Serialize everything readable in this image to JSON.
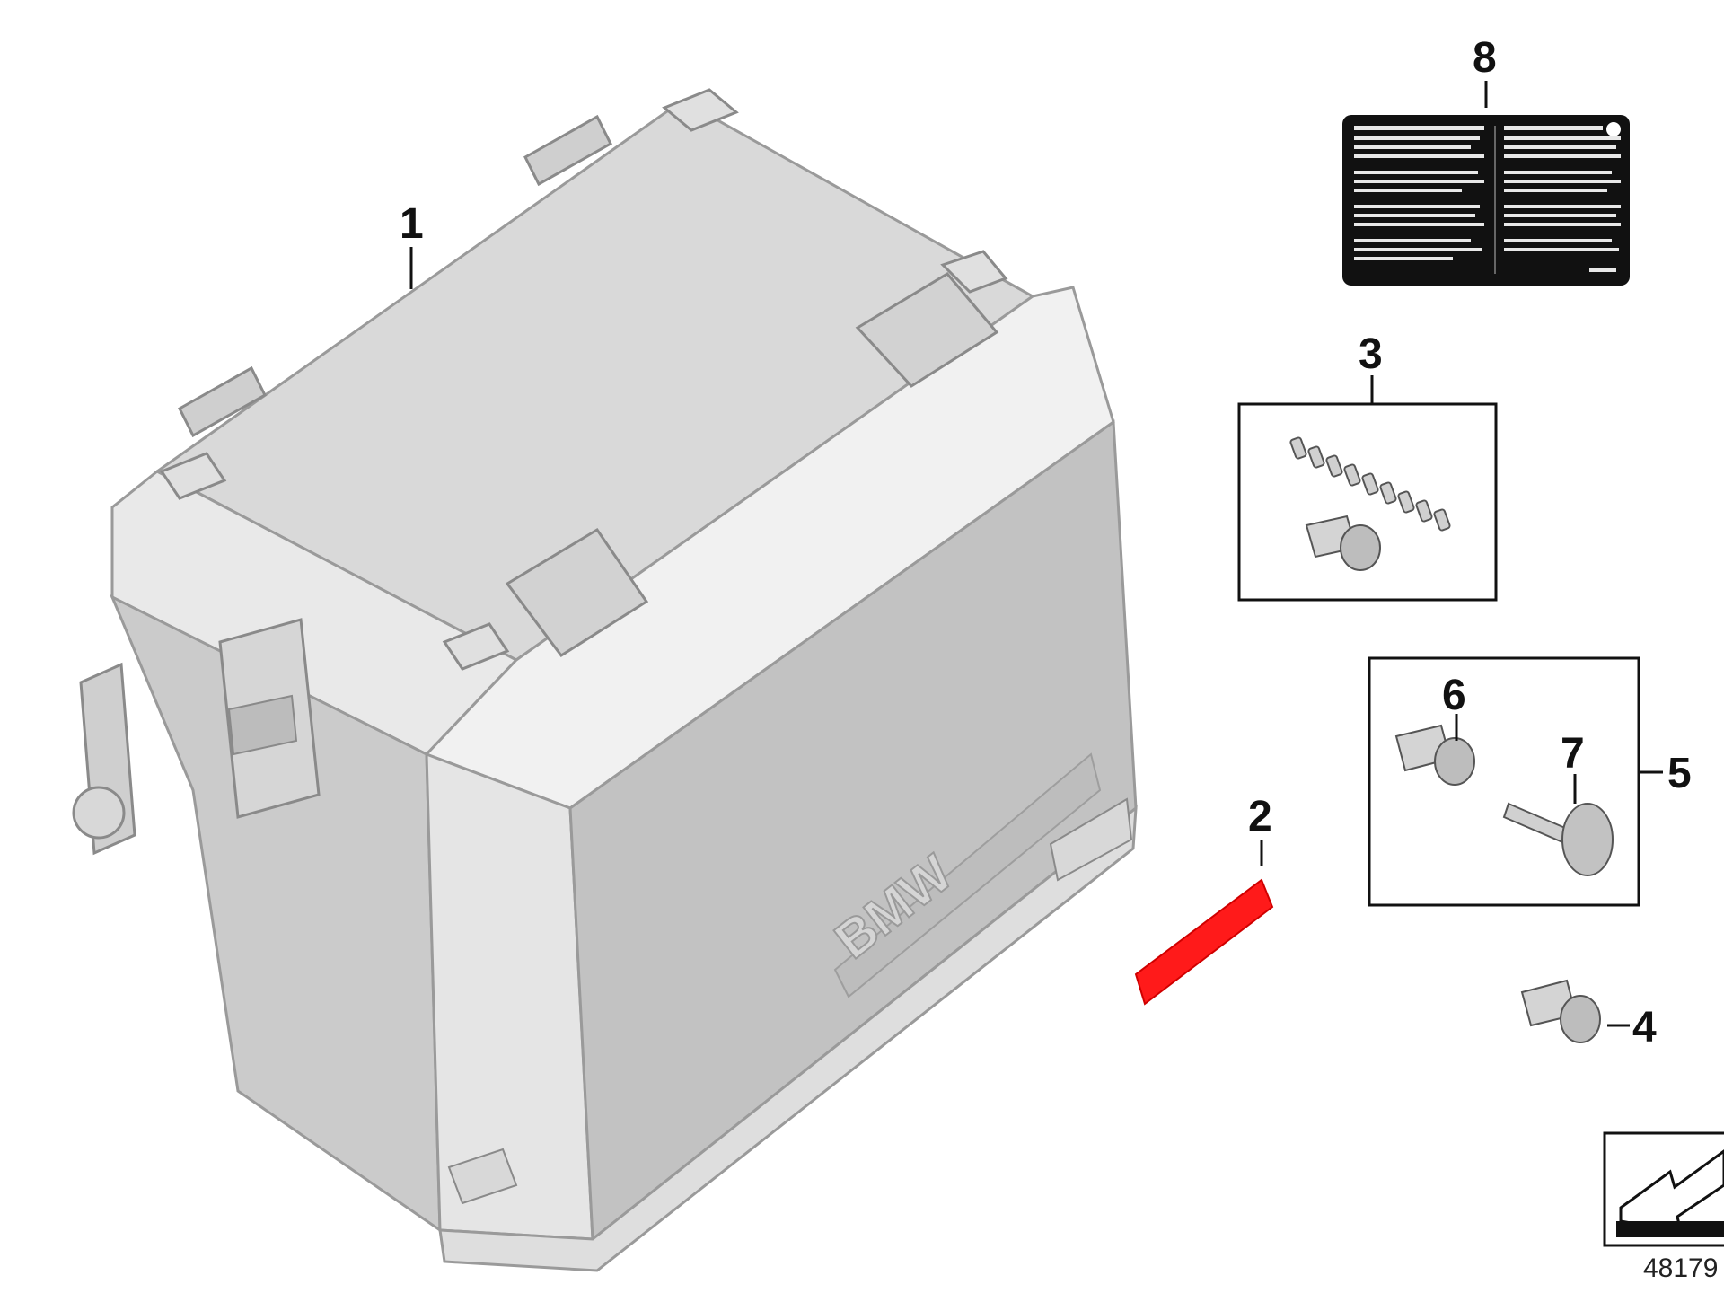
{
  "callouts": {
    "c1": "1",
    "c2": "2",
    "c3": "3",
    "c4": "4",
    "c5": "5",
    "c6": "6",
    "c7": "7",
    "c8": "8"
  },
  "case_emboss": "BMW",
  "document_number": "48179",
  "colors": {
    "case_light": "#e6e6e6",
    "case_mid": "#cfcfcf",
    "case_dark": "#b4b4b4",
    "highlight_part": "#ff1a1a",
    "label_plate": "#111111"
  },
  "icons": [
    "case-icon",
    "reflector-icon",
    "key-icon",
    "lock-cylinder-icon",
    "warning-label-icon",
    "orientation-icon"
  ]
}
